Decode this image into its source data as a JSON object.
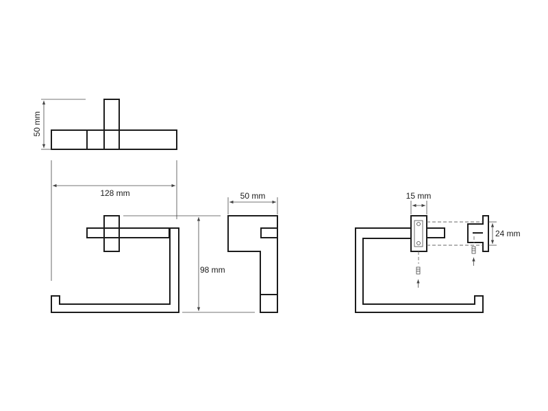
{
  "dimensions": {
    "top_view_depth": "50 mm",
    "front_width": "128 mm",
    "front_height": "98 mm",
    "side_depth": "50 mm",
    "bracket_width": "15 mm",
    "bracket_height": "24 mm"
  },
  "colors": {
    "line": "#1a1a1a",
    "dimension": "#444444",
    "background": "#ffffff"
  }
}
